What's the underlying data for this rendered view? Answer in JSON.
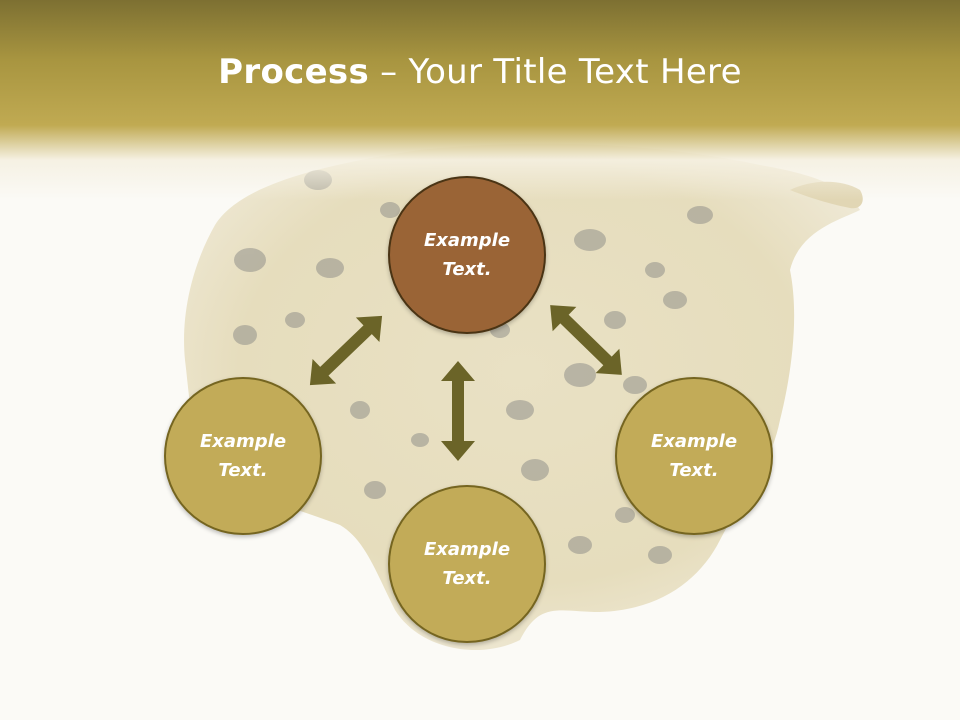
{
  "title": {
    "bold": "Process",
    "rest": " – Your Title Text Here"
  },
  "nodes": {
    "center": "Example\nText.",
    "left": "Example\nText.",
    "bottom": "Example\nText.",
    "right": "Example\nText."
  },
  "colors": {
    "header_top": "#7d7032",
    "header_bottom": "#c0aa52",
    "center_fill": "#9a6436",
    "outer_fill": "#c2ab58",
    "arrow": "#6b6428"
  }
}
